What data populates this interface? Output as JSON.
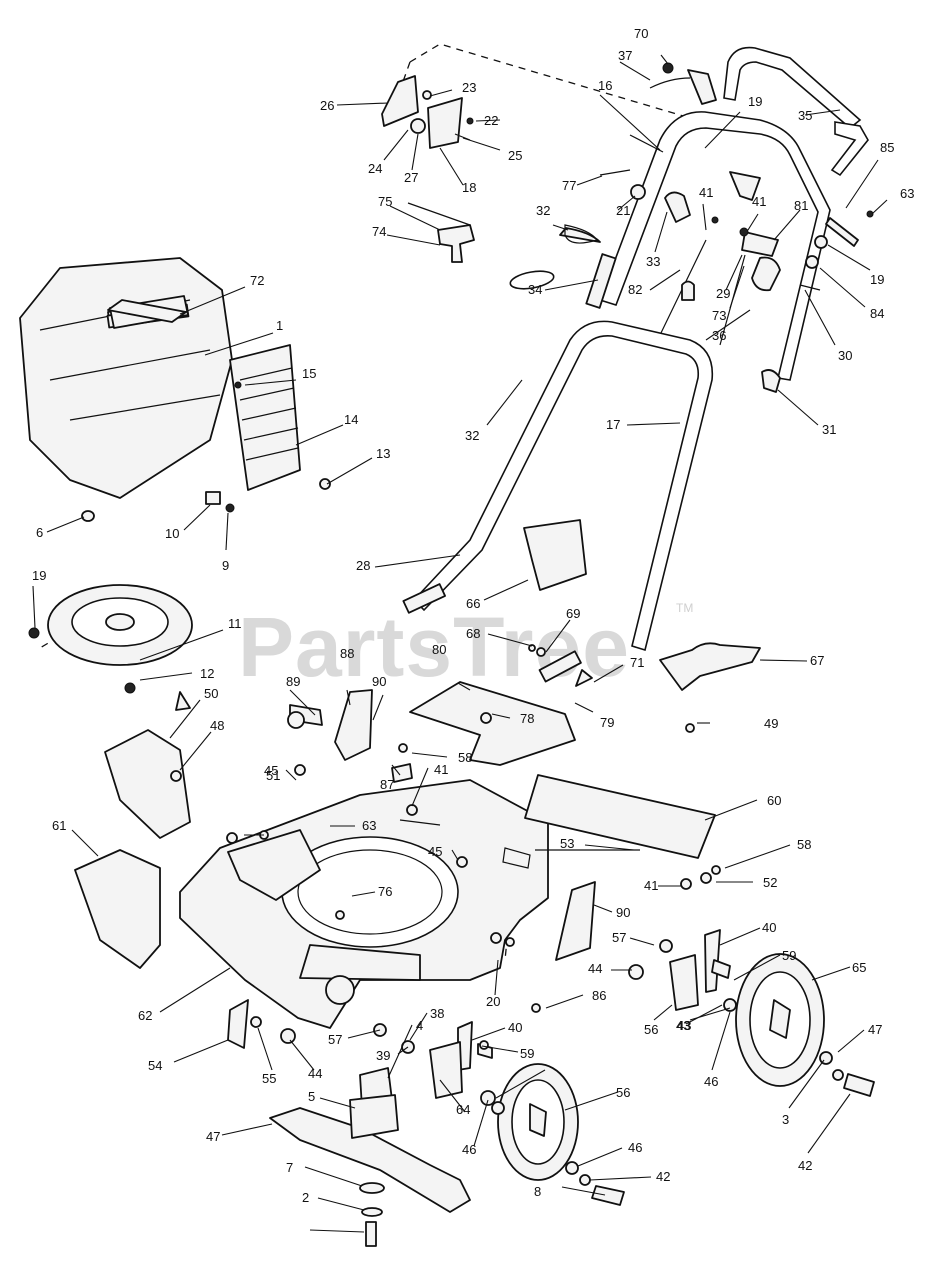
{
  "watermark": {
    "text": "PartsTree",
    "tm": "TM"
  },
  "labels": [
    "70",
    "37",
    "16",
    "19",
    "35",
    "26",
    "23",
    "22",
    "25",
    "24",
    "27",
    "18",
    "85",
    "63",
    "77",
    "41",
    "21",
    "41",
    "81",
    "75",
    "32",
    "33",
    "74",
    "19",
    "34",
    "82",
    "29",
    "84",
    "73",
    "72",
    "30",
    "36",
    "1",
    "15",
    "32",
    "17",
    "31",
    "14",
    "13",
    "6",
    "10",
    "9",
    "28",
    "19",
    "66",
    "69",
    "11",
    "68",
    "67",
    "12",
    "80",
    "71",
    "50",
    "89",
    "88",
    "90",
    "78",
    "48",
    "49",
    "79",
    "45",
    "58",
    "87",
    "51",
    "41",
    "60",
    "63",
    "61",
    "45",
    "53",
    "58",
    "76",
    "52",
    "41",
    "90",
    "40",
    "57",
    "59",
    "65",
    "44",
    "20",
    "62",
    "86",
    "56",
    "47",
    "38",
    "57",
    "40",
    "43",
    "46",
    "39",
    "59",
    "54",
    "55",
    "44",
    "43",
    "4",
    "5",
    "64",
    "56",
    "46",
    "46",
    "3",
    "47",
    "42",
    "42",
    "8",
    "7",
    "2"
  ]
}
